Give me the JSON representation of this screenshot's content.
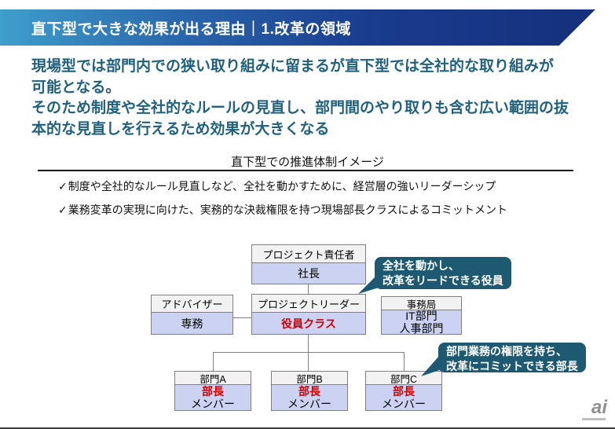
{
  "slide": {
    "title": "直下型で大きな効果が出る理由｜1.改革の領域",
    "lead_lines": [
      "現場型では部門内での狭い取り組みに留まるが直下型では全社的な取り組みが",
      "可能となる。",
      "そのため制度や全社的なルールの見直し、部門間のやり取りも含む広い範囲の抜",
      "本的な見直しを行えるため効果が大きくなる"
    ],
    "section_title": "直下型での推進体制イメージ",
    "bullets": [
      {
        "check": "✓",
        "text": "制度や全社的なルール見直しなど、全社を動かすために、経営層の強いリーダーシップ"
      },
      {
        "check": "✓",
        "text": "業務変革の実現に向けた、実務的な決裁権限を持つ現場部長クラスによるコミットメント"
      }
    ]
  },
  "org_chart": {
    "boxes": {
      "responsible": {
        "role": "プロジェクト責任者",
        "person": "社長"
      },
      "advisor": {
        "role": "アドバイザー",
        "person": "専務"
      },
      "leader": {
        "role": "プロジェクトリーダー",
        "person": "役員クラス"
      },
      "secretariat": {
        "role": "事務局",
        "member1": "IT部門",
        "member2": "人事部門"
      },
      "dept_a": {
        "role": "部門A",
        "head": "部長",
        "member": "メンバー"
      },
      "dept_b": {
        "role": "部門B",
        "head": "部長",
        "member": "メンバー"
      },
      "dept_c": {
        "role": "部門C",
        "head": "部長",
        "member": "メンバー"
      }
    },
    "callouts": [
      {
        "lines": [
          "全社を動かし、",
          "改革をリードできる役員"
        ]
      },
      {
        "lines": [
          "部門業務の権限を持ち、",
          "改革にコミットできる部長"
        ]
      }
    ]
  },
  "footer": {
    "logo": "ai"
  },
  "colors": {
    "banner_gradient_left": "#3f9ecb",
    "banner_gradient_right": "#15307c",
    "lead_text": "#20627d",
    "accent_red": "#d40000",
    "box_header_bg": "#f2f2f2",
    "box_body_bg": "#ccd3f2",
    "box_border": "#7f7f7f",
    "callout_bg": "#1d5a71",
    "logo_gray": "#8f8f8f"
  }
}
